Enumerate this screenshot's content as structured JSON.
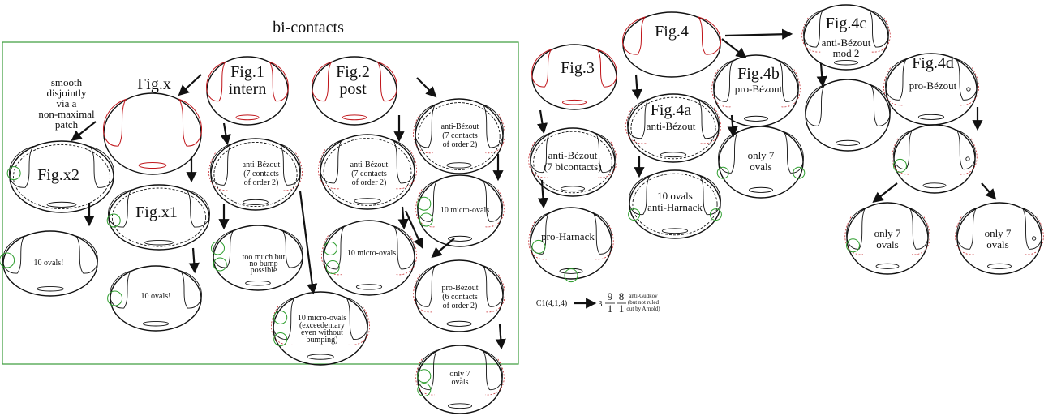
{
  "title": "bi-contacts",
  "colors": {
    "frame": "#3a9b3a",
    "ink": "#111111",
    "red_oval": "#c0161b",
    "green_circle": "#2e9e2e"
  },
  "labels": {
    "smooth": [
      "smooth",
      "disjointly",
      "via a",
      "non-maximal",
      "patch"
    ],
    "figx": "Fig.x",
    "fig1": [
      "Fig.1",
      "intern"
    ],
    "fig2": [
      "Fig.2",
      "post"
    ],
    "figx2": "Fig.x2",
    "figx1": "Fig.x1",
    "ab7": [
      "anti-Bézout",
      "(7 contacts",
      "of order 2)"
    ],
    "ovals10": "10 ovals!",
    "toomuch": [
      "too much but",
      "no bump",
      "possible"
    ],
    "micro10": "10 micro-ovals",
    "micro10exc": [
      "10 micro-ovals",
      "(exceedentary",
      "even without",
      "bumping)"
    ],
    "probez6": [
      "pro-Bézout",
      "(6 contacts",
      "of order 2)"
    ],
    "only7": [
      "only 7",
      "ovals"
    ],
    "fig3": "Fig.3",
    "ab7bi": [
      "anti-Bézout",
      "(7 bicontacts)"
    ],
    "proharnack": "pro-Harnack",
    "c1": "C1(4,1,4)",
    "frac_lead": "3",
    "frac1_top": "9",
    "frac1_bot": "1",
    "frac2_top": "8",
    "frac2_bot": "1",
    "gudkov": [
      "anti-Gudkov",
      "(but not ruled",
      "out by Arnold)"
    ],
    "fig4": "Fig.4",
    "fig4a": [
      "Fig.4a",
      "anti-Bézout"
    ],
    "fig4b": [
      "Fig.4b",
      "pro-Bézout"
    ],
    "fig4c": [
      "Fig.4c",
      "anti-Bézout",
      "mod 2"
    ],
    "fig4d": [
      "Fig.4d",
      "pro-Bézout"
    ],
    "ovals10harnack": [
      "10 ovals",
      "anti-Harnack"
    ]
  }
}
